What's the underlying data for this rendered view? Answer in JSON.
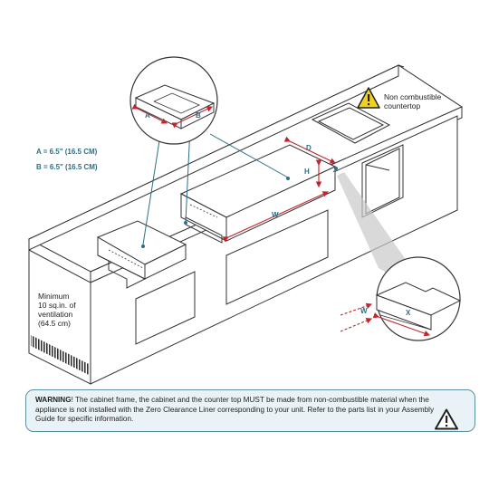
{
  "labels": {
    "a": "A",
    "b": "B",
    "d": "D",
    "h": "H",
    "w": "W",
    "w2": "W",
    "x": "X"
  },
  "dimensions": {
    "a_value": "A = 6.5\" (16.5 CM)",
    "b_value": "B = 6.5\" (16.5 CM)"
  },
  "countertop_note": {
    "line1": "Non combustible",
    "line2": "countertop"
  },
  "ventilation_note": {
    "line1": "Minimum",
    "line2": "10 sq.in. of",
    "line3": "ventilation",
    "line4": "(64.5 cm)"
  },
  "warning": {
    "prefix": "WARNING",
    "body": "! The cabinet frame, the cabinet and the counter top MUST be made from non-combustible material when the appliance is not installed with the Zero Clearance Liner corresponding to your unit. Refer to the parts list in your Assembly Guide for specific information."
  },
  "icons": [
    "warning-triangle-icon",
    "warning-triangle-icon"
  ],
  "colors": {
    "accent_teal": "#2e6f86",
    "dimension_red": "#c0262d",
    "warning_yellow": "#f2d21c",
    "warning_bg": "#e9f3f7",
    "line": "#333333"
  }
}
